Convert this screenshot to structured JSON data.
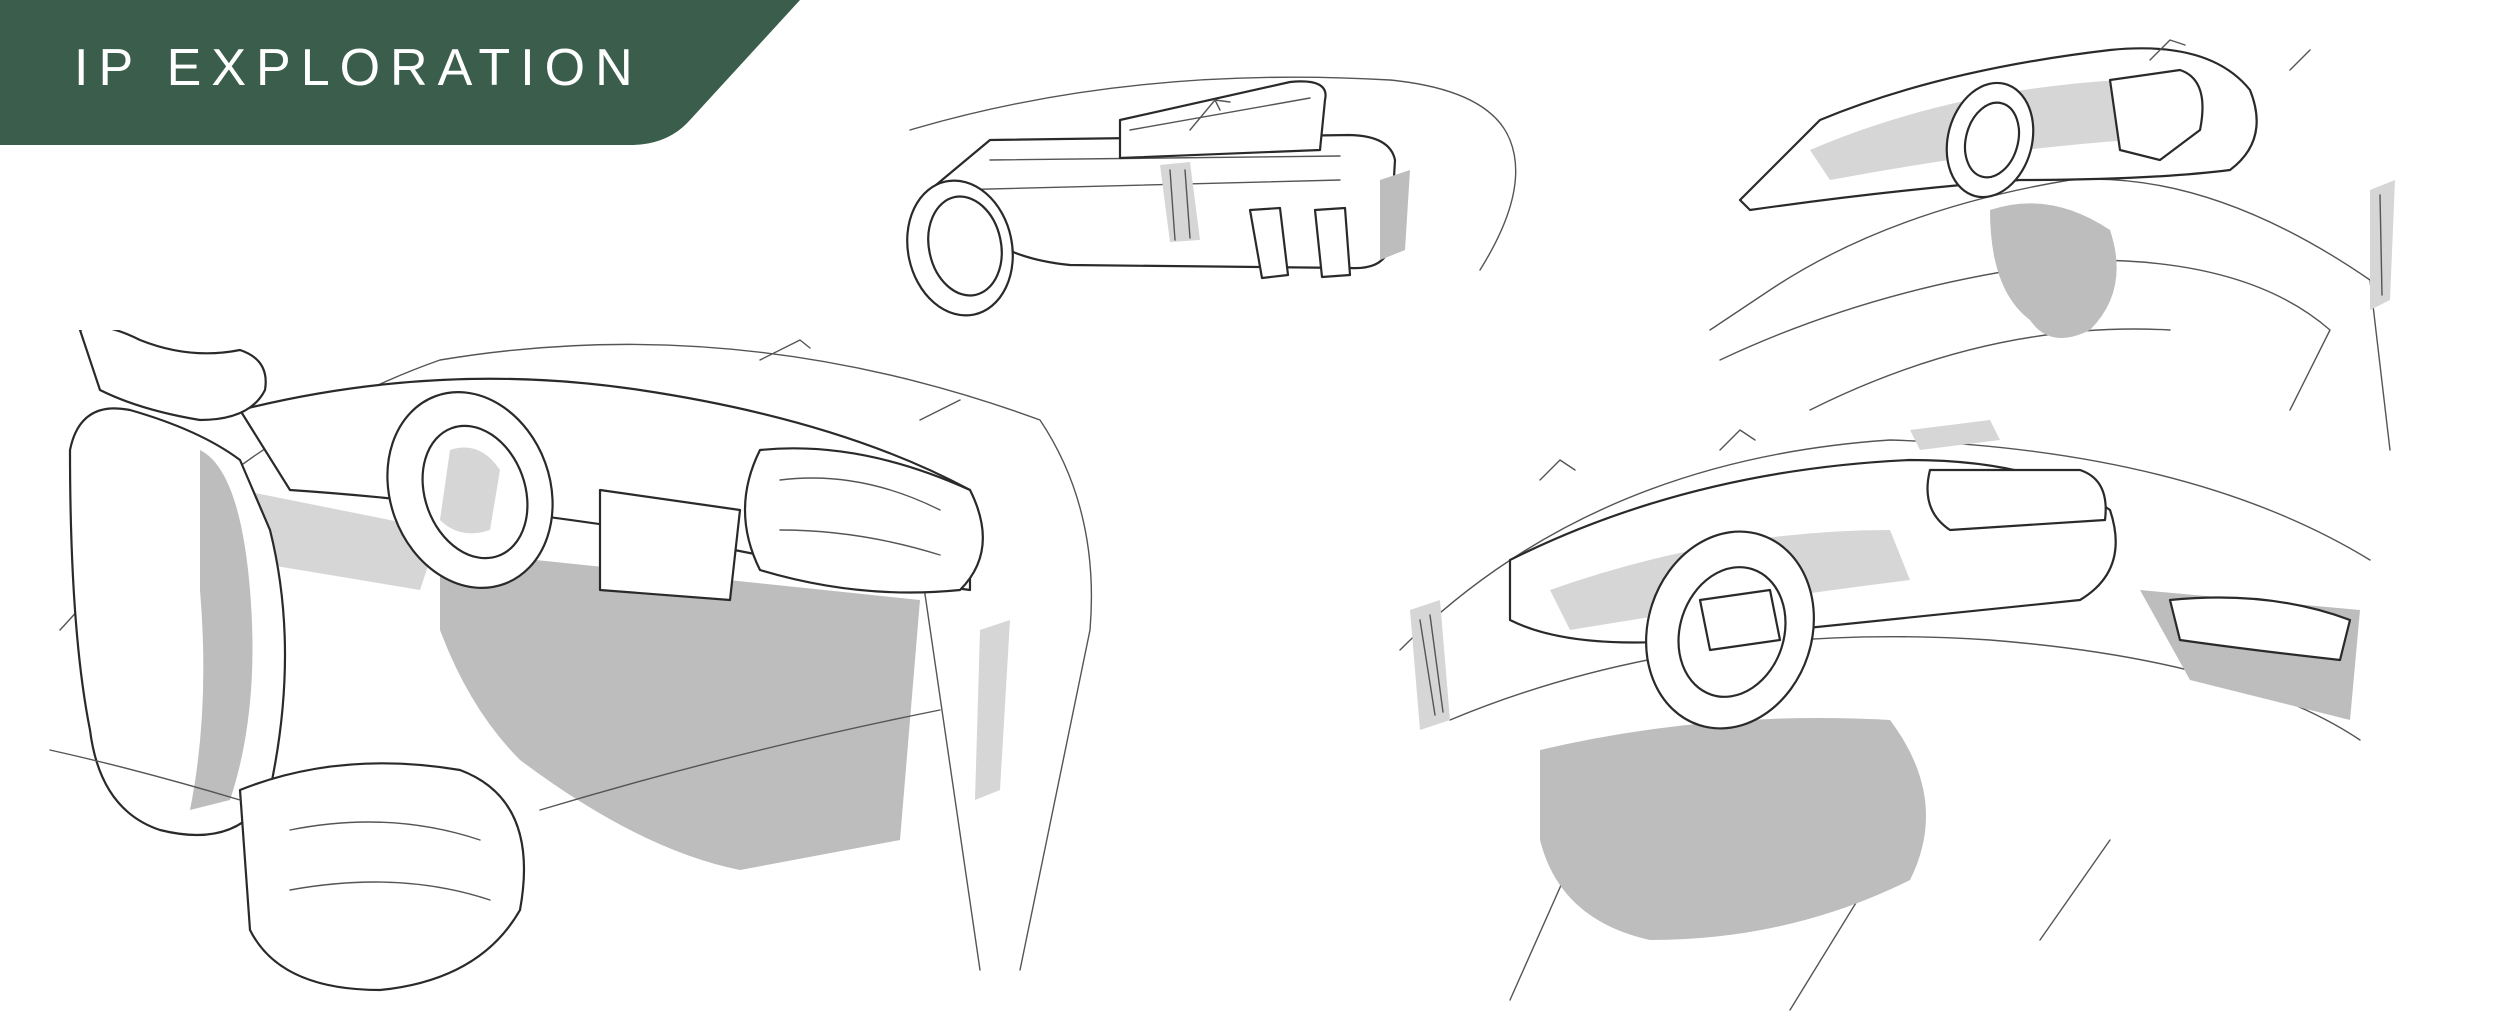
{
  "header": {
    "title": "IP EXPLORATION",
    "banner_color": "#3a5e4b"
  },
  "sketches": [
    {
      "name": "top-center-sketch"
    },
    {
      "name": "top-right-sketch"
    },
    {
      "name": "left-main-sketch"
    },
    {
      "name": "right-main-sketch"
    }
  ]
}
